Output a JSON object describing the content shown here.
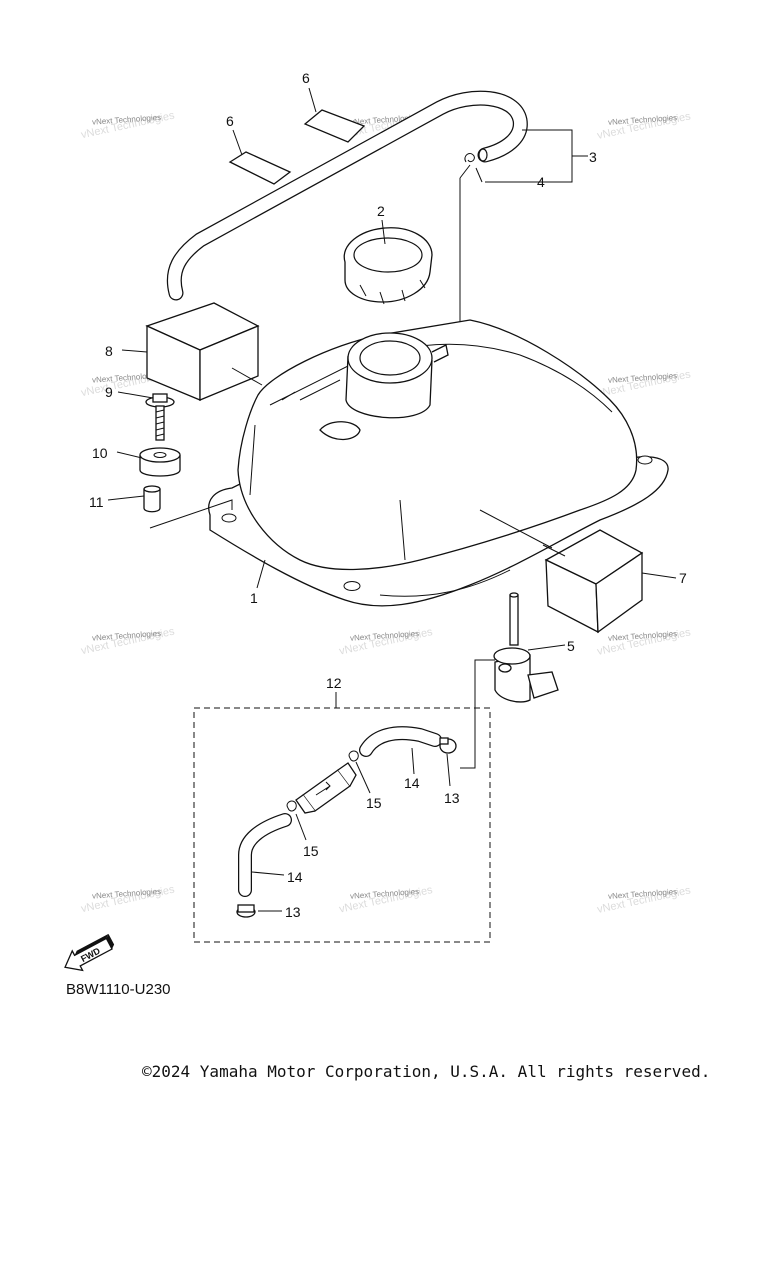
{
  "watermark": "vNext Technologies",
  "diagram_code": "B8W1110-U230",
  "fwd_label": "FWD",
  "copyright": "©2024 Yamaha Motor Corporation, U.S.A. All rights reserved.",
  "callouts": [
    "1",
    "2",
    "3",
    "4",
    "5",
    "6",
    "6",
    "7",
    "8",
    "9",
    "10",
    "11",
    "12",
    "13",
    "13",
    "14",
    "14",
    "15",
    "15"
  ]
}
